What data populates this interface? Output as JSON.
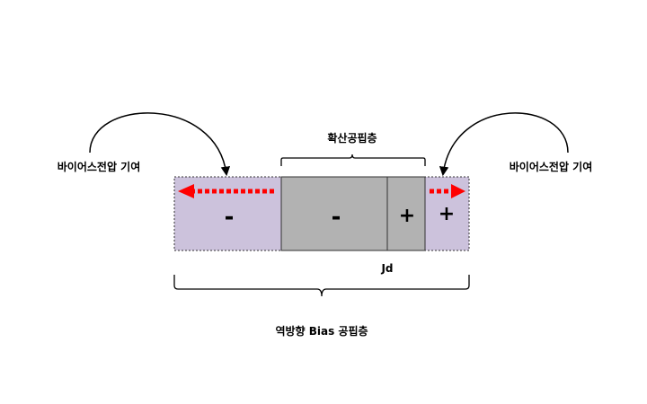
{
  "labels": {
    "left_bias": "바이어스전압 기여",
    "right_bias": "바이어스전압 기여",
    "diffusion_depletion": "확산공핍층",
    "junction": "Jd",
    "reverse_bias_depletion": "역방향 Bias 공핍층"
  },
  "signs": {
    "left_bias_region": "-",
    "diffusion_negative": "-",
    "diffusion_positive": "+",
    "right_bias_region": "+"
  },
  "colors": {
    "bias_region": "#ccc2dc",
    "diffusion_region": "#b2b2b2",
    "arrow": "#ff0000",
    "outline": "#000000"
  }
}
